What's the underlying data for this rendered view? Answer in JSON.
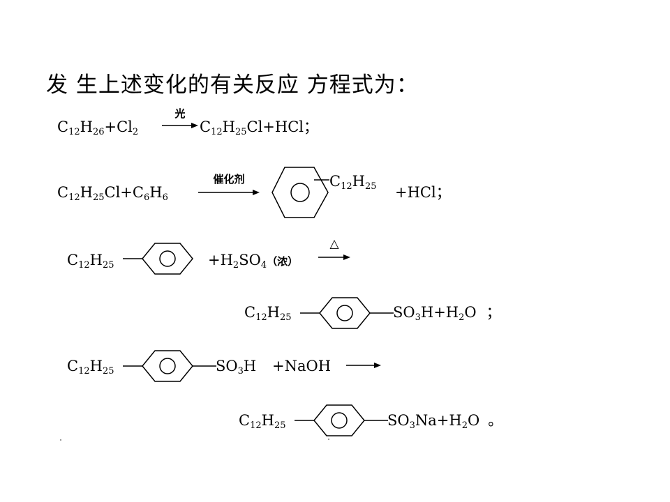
{
  "title": "发 生上述变化的有关反应 方程式为：",
  "eq1": {
    "left": [
      "C",
      "12",
      "H",
      "26",
      "+Cl",
      "2"
    ],
    "condition": "光",
    "right": [
      "C",
      "12",
      "H",
      "25",
      "Cl+HCl",
      "；"
    ]
  },
  "eq2": {
    "left": [
      "C",
      "12",
      "H",
      "25",
      "Cl+C",
      "6",
      "H",
      "6"
    ],
    "condition": "催化剂",
    "substituent": [
      "C",
      "12",
      "H",
      "25"
    ],
    "right": "+HCl；"
  },
  "eq3": {
    "prefix": [
      "C",
      "12",
      "H",
      "25"
    ],
    "reagent": [
      "+H",
      "2",
      "SO",
      "4"
    ],
    "reagent_note": "（浓）",
    "condition": "△",
    "prod_prefix": [
      "C",
      "12",
      "H",
      "25"
    ],
    "prod_suffix": [
      "SO",
      "3",
      "H+H",
      "2",
      "O",
      "；"
    ]
  },
  "eq4": {
    "prefix": [
      "C",
      "12",
      "H",
      "25"
    ],
    "suffix": [
      "SO",
      "3",
      "H"
    ],
    "reagent": "+NaOH",
    "prod_prefix": [
      "C",
      "12",
      "H",
      "25"
    ],
    "prod_suffix": [
      "SO",
      "3",
      "Na+H",
      "2",
      "O",
      "。"
    ]
  }
}
